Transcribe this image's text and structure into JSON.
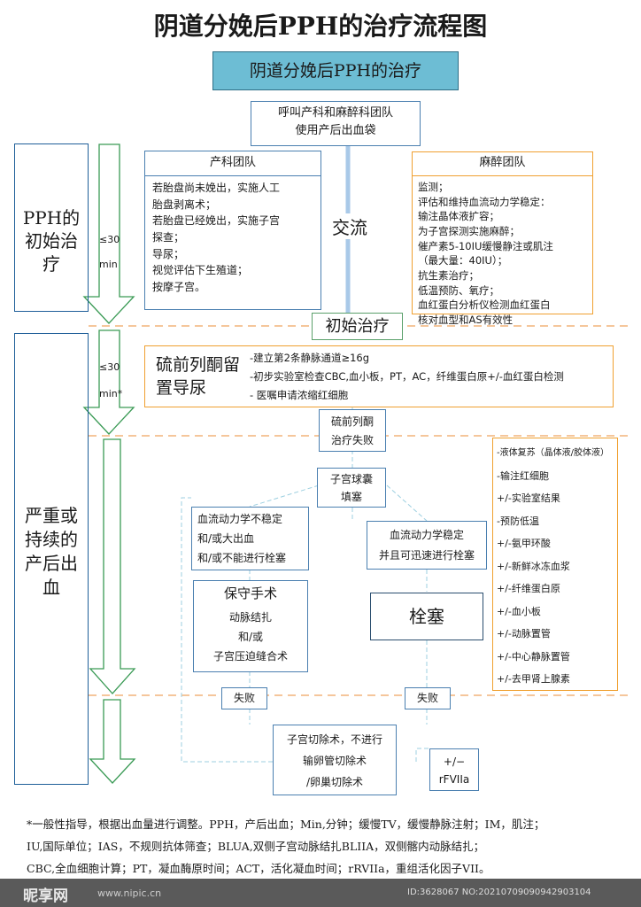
{
  "title": "阴道分娩后PPH的治疗流程图",
  "banner": "阴道分娩后PPH的治疗",
  "call_team": [
    "呼叫产科和麻醉科团队",
    "使用产后出血袋"
  ],
  "obstetric": {
    "header": "产科团队",
    "lines": [
      "若胎盘尚未娩出，实施人工",
      "胎盘剥离术；",
      "若胎盘已经娩出，实施子宫",
      "探查；",
      "导尿；",
      "视觉评估下生殖道；",
      "按摩子宫。"
    ]
  },
  "communicate": "交流",
  "anesthesia": {
    "header": "麻醉团队",
    "lines": [
      "监测；",
      "评估和维持血流动力学稳定：",
      "输注晶体液扩容；",
      "为子宫探测实施麻醉；",
      "催产素5-10IU缓慢静注或肌注",
      "（最大量：40IU）；",
      "抗生素治疗；",
      "低温预防、氧疗；",
      "血红蛋白分析仪检测血红蛋白",
      "核对血型和AS有效性"
    ]
  },
  "left_labels": {
    "initial": "PPH的初始治疗",
    "severe": "严重或持续的产后出血"
  },
  "time1": [
    "≤30",
    "min"
  ],
  "time2": [
    "≤30",
    "min*"
  ],
  "initial_treatment": "初始治疗",
  "sulprostone": {
    "label": "硫前列酮留置导尿",
    "lines": [
      "-建立第2条静脉通道≥16g",
      "-初步实验室检查CBC,血小板，PT，AC，纤维蛋白原+/-血红蛋白检测",
      "- 医嘱申请浓缩红细胞"
    ]
  },
  "sulprostone_fail": [
    "硫前列酮",
    "治疗失败"
  ],
  "balloon": [
    "子宫球囊",
    "填塞"
  ],
  "unstable": [
    "血流动力学不稳定",
    "和/或大出血",
    "和/或不能进行栓塞"
  ],
  "stable": [
    "血流动力学稳定",
    "并且可迅速进行栓塞"
  ],
  "conservative": {
    "header": "保守手术",
    "lines": [
      "动脉结扎",
      "和/或",
      "子宫压迫缝合术"
    ]
  },
  "embolization": "栓塞",
  "fail_label": "失败",
  "hysterectomy": [
    "子宫切除术，不进行",
    "输卵管切除术",
    "/卵巢切除术"
  ],
  "rfviia": [
    "+/−",
    "rFVIIa"
  ],
  "right_list": [
    "-液体复苏（晶体液/胶体液）",
    "-输注红细胞",
    "+/-实验室结果",
    "-预防低温",
    "+/-氨甲环酸",
    "+/-新鲜冰冻血浆",
    "+/-纤维蛋白原",
    "+/-血小板",
    "+/-动脉置管",
    "+/-中心静脉置管",
    "+/-去甲肾上腺素"
  ],
  "notes": [
    "*一般性指导，根据出血量进行调整。PPH，产后出血；Min,分钟；缓慢TV，缓慢静脉注射；IM，肌注；",
    "IU,国际单位；IAS，不规则抗体筛查；BLUA,双侧子宫动脉结扎BLIIA，双侧髂内动脉结扎；",
    "CBC,全血细胞计算；PT，凝血酶原时间；ACT，活化凝血时间；rRVIIa，重组活化因子VII。"
  ],
  "watermark": {
    "site": "昵享网",
    "url": "www.nipic.cn",
    "id": "ID:3628067 NO:20210709090942903104"
  }
}
